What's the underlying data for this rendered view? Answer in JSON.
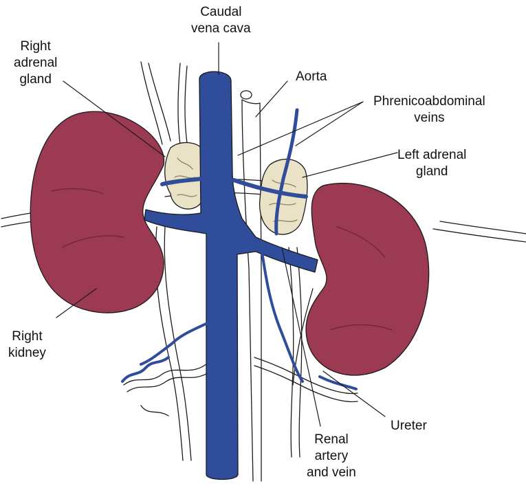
{
  "labels": {
    "caudal_vena_cava": [
      "Caudal",
      "vena cava"
    ],
    "right_adrenal_gland": [
      "Right",
      "adrenal",
      "gland"
    ],
    "aorta": "Aorta",
    "phrenicoabdominal_veins": [
      "Phrenicoabdominal",
      "veins"
    ],
    "left_adrenal_gland": [
      "Left adrenal",
      "gland"
    ],
    "right_kidney": [
      "Right",
      "kidney"
    ],
    "ureter": "Ureter",
    "renal_artery_and_vein": [
      "Renal",
      "artery",
      "and vein"
    ]
  },
  "colors": {
    "vein": "#2f4d9a",
    "kidney": "#9b3a52",
    "adrenal": "#e9e2c6",
    "outline": "#1a1a1a"
  }
}
